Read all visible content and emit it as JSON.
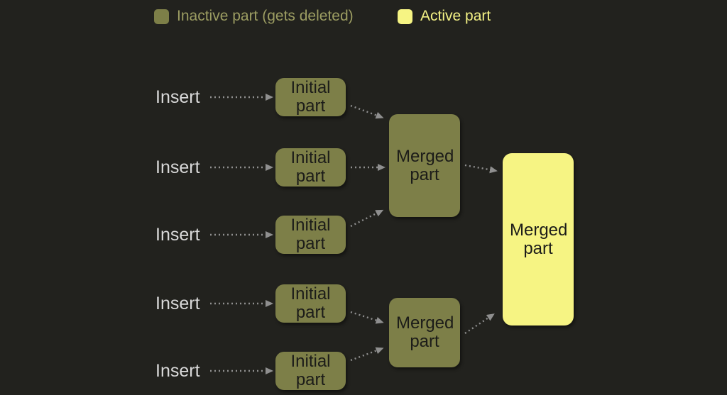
{
  "legend": {
    "items": [
      {
        "label": "Inactive part (gets deleted)",
        "state": "inactive"
      },
      {
        "label": "Active part",
        "state": "active"
      }
    ]
  },
  "flow": {
    "rows": [
      {
        "insert_label": "Insert",
        "part_label": "Initial part"
      },
      {
        "insert_label": "Insert",
        "part_label": "Initial part"
      },
      {
        "insert_label": "Insert",
        "part_label": "Initial part"
      },
      {
        "insert_label": "Insert",
        "part_label": "Initial part"
      },
      {
        "insert_label": "Insert",
        "part_label": "Initial part"
      }
    ],
    "merged_parts": [
      {
        "label": "Merged part",
        "state": "inactive"
      },
      {
        "label": "Merged part",
        "state": "inactive"
      }
    ],
    "final_part": {
      "label": "Merged part",
      "state": "active"
    }
  },
  "colors": {
    "background": "#22221e",
    "inactive_part_fill": "#7d7f48",
    "active_part_fill": "#f6f483",
    "part_text": "#1c1c19",
    "insert_text": "#d9d9d9",
    "arrow": "#8f8f8f",
    "legend_inactive_text": "#9c9d62",
    "legend_active_text": "#f3f184"
  }
}
